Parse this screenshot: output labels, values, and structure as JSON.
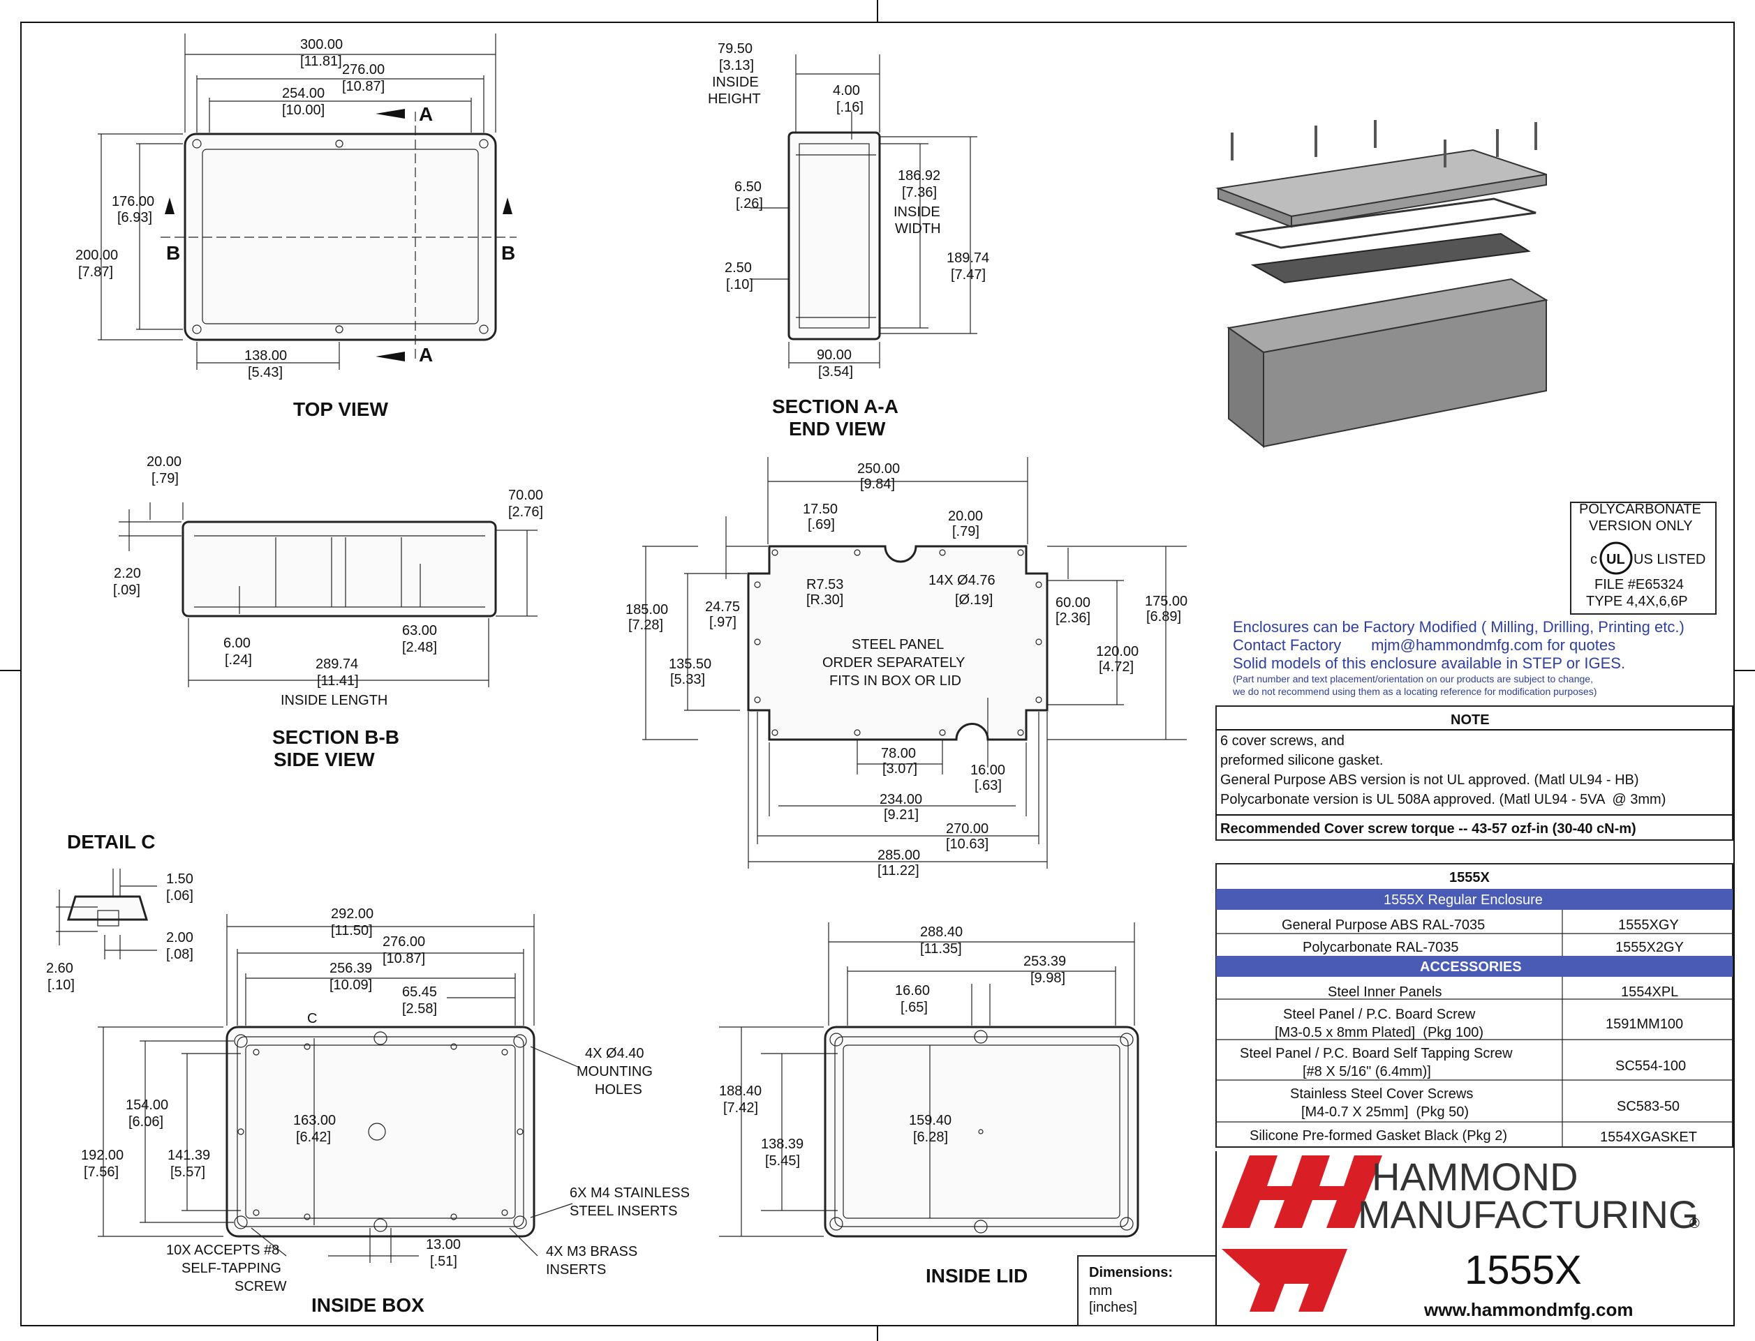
{
  "top_view": {
    "title": "TOP VIEW",
    "dims": {
      "overall_len": "300.00",
      "overall_len_in": "[11.81]",
      "len2": "276.00",
      "len2_in": "[10.87]",
      "len3": "254.00",
      "len3_in": "[10.00]",
      "width_outer": "200.00",
      "width_outer_in": "[7.87]",
      "width_inner": "176.00",
      "width_inner_in": "[6.93]",
      "half": "138.00",
      "half_in": "[5.43]"
    },
    "section_a": "A",
    "section_b": "B"
  },
  "section_aa": {
    "title1": "SECTION A-A",
    "title2": "END VIEW",
    "inside_height": "79.50",
    "inside_height_in": "[3.13]",
    "inside_height_l1": "INSIDE",
    "inside_height_l2": "HEIGHT",
    "wall": "4.00",
    "wall_in": "[.16]",
    "d650": "6.50",
    "d650_in": "[.26]",
    "d250": "2.50",
    "d250_in": "[.10]",
    "inside_width": "186.92",
    "inside_width_in": "[7.36]",
    "inside_width_l1": "INSIDE",
    "inside_width_l2": "WIDTH",
    "outer": "189.74",
    "outer_in": "[7.47]",
    "depth": "90.00",
    "depth_in": "[3.54]"
  },
  "section_bb": {
    "title1": "SECTION B-B",
    "title2": "SIDE VIEW",
    "d20": "20.00",
    "d20_in": "[.79]",
    "d70": "70.00",
    "d70_in": "[2.76]",
    "d220": "2.20",
    "d220_in": "[.09]",
    "d600": "6.00",
    "d600_in": "[.24]",
    "d63": "63.00",
    "d63_in": "[2.48]",
    "inside_len": "289.74",
    "inside_len_in": "[11.41]",
    "inside_len_l": "INSIDE LENGTH"
  },
  "panel": {
    "line1": "STEEL PANEL",
    "line2": "ORDER SEPARATELY",
    "line3": "FITS IN BOX OR LID",
    "d250": "250.00",
    "d250_in": "[9.84]",
    "d1750": "17.50",
    "d1750_in": "[.69]",
    "d20": "20.00",
    "d20_in": "[.79]",
    "r": "R7.53",
    "r_in": "[R.30]",
    "holes": "14X Ø4.76",
    "holes_in": "[Ø.19]",
    "d185": "185.00",
    "d185_in": "[7.28]",
    "d2475": "24.75",
    "d2475_in": "[.97]",
    "d1355": "135.50",
    "d1355_in": "[5.33]",
    "d60": "60.00",
    "d60_in": "[2.36]",
    "d175": "175.00",
    "d175_in": "[6.89]",
    "d120": "120.00",
    "d120_in": "[4.72]",
    "d78": "78.00",
    "d78_in": "[3.07]",
    "d16": "16.00",
    "d16_in": "[.63]",
    "d234": "234.00",
    "d234_in": "[9.21]",
    "d270": "270.00",
    "d270_in": "[10.63]",
    "d285": "285.00",
    "d285_in": "[11.22]"
  },
  "detail_c": {
    "title": "DETAIL  C",
    "d150": "1.50",
    "d150_in": "[.06]",
    "d200": "2.00",
    "d200_in": "[.08]",
    "d260": "2.60",
    "d260_in": "[.10]"
  },
  "inside_box": {
    "title": "INSIDE BOX",
    "d292": "292.00",
    "d292_in": "[11.50]",
    "d276": "276.00",
    "d276_in": "[10.87]",
    "d25639": "256.39",
    "d25639_in": "[10.09]",
    "d6545": "65.45",
    "d6545_in": "[2.58]",
    "d154": "154.00",
    "d154_in": "[6.06]",
    "d192": "192.00",
    "d192_in": "[7.56]",
    "d14139": "141.39",
    "d14139_in": "[5.57]",
    "d163": "163.00",
    "d163_in": "[6.42]",
    "d13": "13.00",
    "d13_in": "[.51]",
    "mount_l1": "4X Ø4.40",
    "mount_l2": "MOUNTING",
    "mount_l3": "HOLES",
    "inserts_l1": "6X M4 STAINLESS",
    "inserts_l2": "STEEL INSERTS",
    "brass_l1": "4X M3 BRASS",
    "brass_l2": "INSERTS",
    "accepts_l1": "10X ACCEPTS #8",
    "accepts_l2": "SELF-TAPPING",
    "accepts_l3": "SCREW",
    "c_label": "C"
  },
  "inside_lid": {
    "title": "INSIDE LID",
    "d2884": "288.40",
    "d2884_in": "[11.35]",
    "d25339": "253.39",
    "d25339_in": "[9.98]",
    "d166": "16.60",
    "d166_in": "[.65]",
    "d1884": "188.40",
    "d1884_in": "[7.42]",
    "d13839": "138.39",
    "d13839_in": "[5.45]",
    "d1594": "159.40",
    "d1594_in": "[6.28]"
  },
  "ul": {
    "line1": "POLYCARBONATE",
    "line2": "VERSION ONLY",
    "listed": "US LISTED",
    "c": "c",
    "mark": "UL",
    "file": "FILE #E65324",
    "type": "TYPE 4,4X,6,6P"
  },
  "info": {
    "line1": "Enclosures can be Factory Modified ( Milling, Drilling, Printing etc.)",
    "line2": "Contact Factory       mjm@hammondmfg.com for quotes",
    "line3": "Solid models of this enclosure available in STEP or IGES.",
    "line4": "(Part number and text placement/orientation on our products are subject to change,",
    "line5": "we do not recommend using them as a locating reference for modification purposes)"
  },
  "note": {
    "header": "NOTE",
    "lines": [
      "6 cover screws, and",
      "preformed silicone gasket.",
      "General Purpose ABS version is not UL approved. (Matl UL94 - HB)",
      "Polycarbonate version is UL 508A approved. (Matl UL94 - 5VA  @ 3mm)"
    ],
    "torque": "Recommended Cover screw torque -- 43-57 ozf-in (30-40 cN-m)"
  },
  "table": {
    "title": "1555X",
    "section1": "1555X Regular Enclosure",
    "rows1": [
      {
        "desc1": "General Purpose ABS RAL-7035",
        "desc2": "",
        "part": "1555XGY"
      },
      {
        "desc1": "Polycarbonate RAL-7035",
        "desc2": "",
        "part": "1555X2GY"
      }
    ],
    "section2": "ACCESSORIES",
    "rows2": [
      {
        "desc1": "Steel Inner Panels",
        "desc2": "",
        "part": "1554XPL"
      },
      {
        "desc1": "Steel Panel / P.C. Board Screw",
        "desc2": "[M3-0.5 x 8mm Plated]  (Pkg 100)",
        "part": "1591MM100"
      },
      {
        "desc1": "Steel Panel / P.C. Board Self Tapping Screw",
        "desc2": "[#8 X 5/16\" (6.4mm)]",
        "part": "SC554-100"
      },
      {
        "desc1": "Stainless Steel Cover Screws",
        "desc2": "[M4-0.7 X 25mm]  (Pkg 50)",
        "part": "SC583-50"
      },
      {
        "desc1": "Silicone Pre-formed Gasket Black (Pkg 2)",
        "desc2": "",
        "part": "1554XGASKET"
      }
    ]
  },
  "title_block": {
    "dim_label": "Dimensions:",
    "dim_mm": "mm",
    "dim_in": "[inches]",
    "company1": "HAMMOND",
    "company2": "MANUFACTURING",
    "reg": "®",
    "model": "1555X",
    "url": "www.hammondmfg.com"
  },
  "colors": {
    "accent_blue": "#2e3f9e",
    "table_blue": "#4a5bb5",
    "logo_red": "#d91f25"
  }
}
